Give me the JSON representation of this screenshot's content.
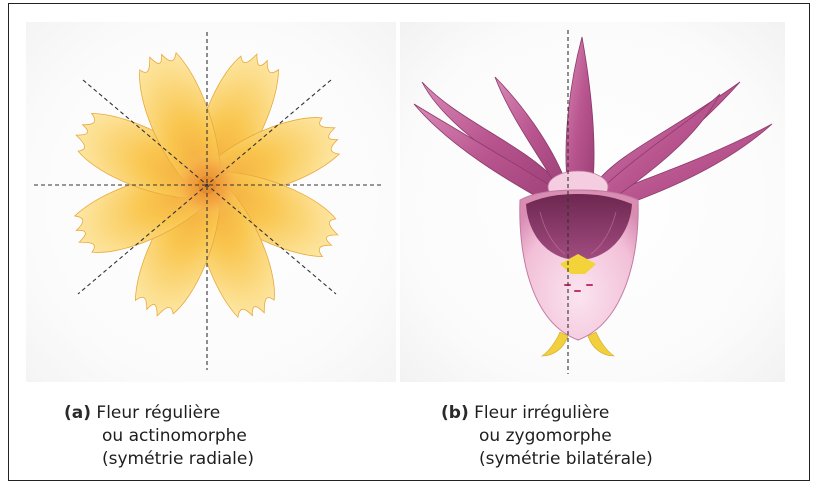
{
  "panel_a": {
    "letter": "(a)",
    "line1": "Fleur régulière",
    "line2": "ou actinomorphe",
    "line3": "(symétrie radiale)",
    "colors": {
      "petal_light": "#fde6a0",
      "petal": "#f8c24a",
      "center": "#f0a23a",
      "center_dark": "#d97a1f"
    }
  },
  "panel_b": {
    "letter": "(b)",
    "line1": "Fleur irrégulière",
    "line2": "ou zygomorphe",
    "line3": "(symétrie bilatérale)",
    "colors": {
      "sepal": "#b9558f",
      "sepal_light": "#d98ab7",
      "pouch": "#f3c6dc",
      "pouch_dark": "#8e3a6c",
      "staminode": "#f3d33a"
    }
  }
}
